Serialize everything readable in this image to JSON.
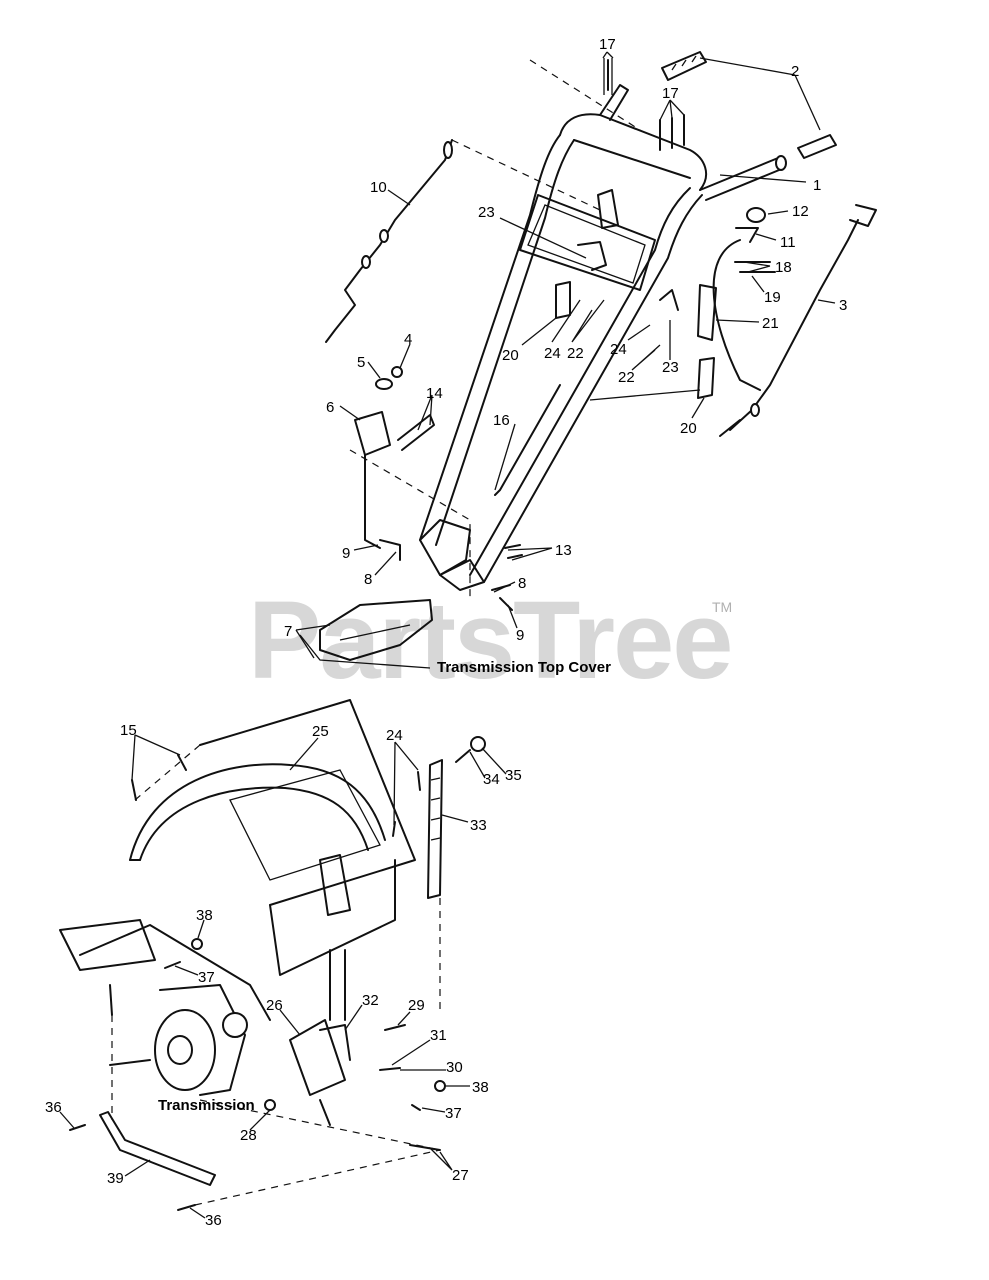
{
  "watermark": {
    "brand": "PartsTree",
    "mark": "TM"
  },
  "captions": {
    "transmission_top_cover": "Transmission Top Cover",
    "transmission": "Transmission"
  },
  "callouts": [
    {
      "id": "c1",
      "text": "1"
    },
    {
      "id": "c2",
      "text": "2"
    },
    {
      "id": "c3",
      "text": "3"
    },
    {
      "id": "c4",
      "text": "4"
    },
    {
      "id": "c5",
      "text": "5"
    },
    {
      "id": "c6",
      "text": "6"
    },
    {
      "id": "c7",
      "text": "7"
    },
    {
      "id": "c8a",
      "text": "8"
    },
    {
      "id": "c8b",
      "text": "8"
    },
    {
      "id": "c9a",
      "text": "9"
    },
    {
      "id": "c9b",
      "text": "9"
    },
    {
      "id": "c10",
      "text": "10"
    },
    {
      "id": "c11",
      "text": "11"
    },
    {
      "id": "c12",
      "text": "12"
    },
    {
      "id": "c13",
      "text": "13"
    },
    {
      "id": "c14",
      "text": "14"
    },
    {
      "id": "c15",
      "text": "15"
    },
    {
      "id": "c16",
      "text": "16"
    },
    {
      "id": "c17a",
      "text": "17"
    },
    {
      "id": "c17b",
      "text": "17"
    },
    {
      "id": "c18",
      "text": "18"
    },
    {
      "id": "c19",
      "text": "19"
    },
    {
      "id": "c20a",
      "text": "20"
    },
    {
      "id": "c20b",
      "text": "20"
    },
    {
      "id": "c21",
      "text": "21"
    },
    {
      "id": "c22a",
      "text": "22"
    },
    {
      "id": "c22b",
      "text": "22"
    },
    {
      "id": "c23a",
      "text": "23"
    },
    {
      "id": "c23b",
      "text": "23"
    },
    {
      "id": "c24a",
      "text": "24"
    },
    {
      "id": "c24b",
      "text": "24"
    },
    {
      "id": "c24c",
      "text": "24"
    },
    {
      "id": "c25",
      "text": "25"
    },
    {
      "id": "c26",
      "text": "26"
    },
    {
      "id": "c27",
      "text": "27"
    },
    {
      "id": "c28",
      "text": "28"
    },
    {
      "id": "c29",
      "text": "29"
    },
    {
      "id": "c30",
      "text": "30"
    },
    {
      "id": "c31",
      "text": "31"
    },
    {
      "id": "c32",
      "text": "32"
    },
    {
      "id": "c33",
      "text": "33"
    },
    {
      "id": "c34",
      "text": "34"
    },
    {
      "id": "c35",
      "text": "35"
    },
    {
      "id": "c36a",
      "text": "36"
    },
    {
      "id": "c36b",
      "text": "36"
    },
    {
      "id": "c37a",
      "text": "37"
    },
    {
      "id": "c37b",
      "text": "37"
    },
    {
      "id": "c38a",
      "text": "38"
    },
    {
      "id": "c38b",
      "text": "38"
    },
    {
      "id": "c39",
      "text": "39"
    }
  ]
}
